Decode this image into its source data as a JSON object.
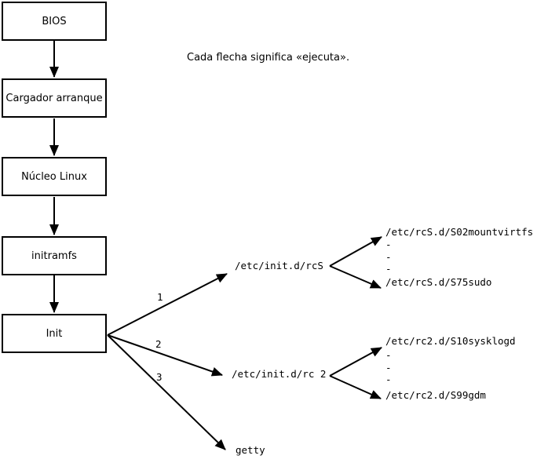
{
  "note": "Cada flecha significa «ejecuta».",
  "boot_chain": [
    {
      "label": "BIOS"
    },
    {
      "label": "Cargador arranque"
    },
    {
      "label": "Núcleo Linux"
    },
    {
      "label": "initramfs"
    },
    {
      "label": "Init"
    }
  ],
  "init_branches": [
    {
      "number": "1",
      "target": "/etc/init.d/rcS"
    },
    {
      "number": "2",
      "target": "/etc/init.d/rc 2"
    },
    {
      "number": "3",
      "target": "getty"
    }
  ],
  "rcS_fan": {
    "first": "/etc/rcS.d/S02mountvirtfs",
    "dashes": [
      "-",
      "-",
      "-"
    ],
    "last": "/etc/rcS.d/S75sudo"
  },
  "rc2_fan": {
    "first": "/etc/rc2.d/S10sysklogd",
    "dashes": [
      "-",
      "-",
      "-"
    ],
    "last": "/etc/rc2.d/S99gdm"
  },
  "colors": {
    "line": "#000000",
    "background": "#ffffff",
    "box_fill": "#ffffff"
  }
}
